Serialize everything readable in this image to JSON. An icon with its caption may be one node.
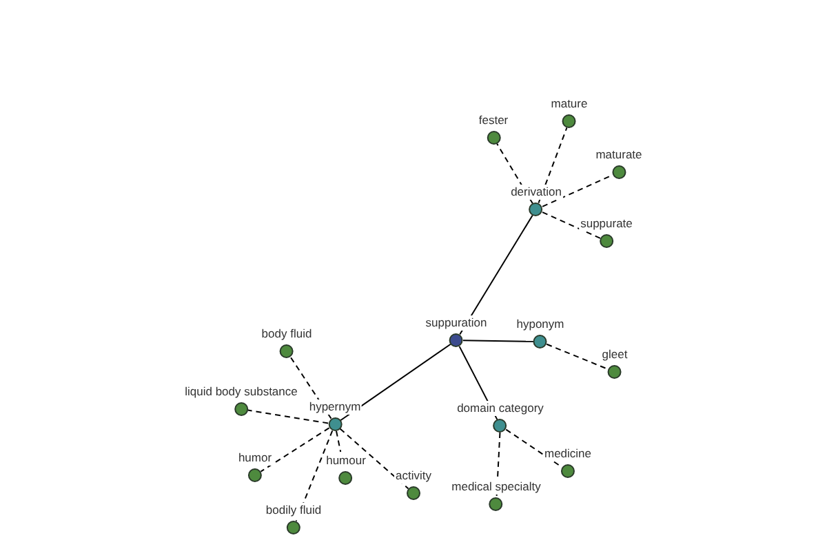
{
  "diagram": {
    "nodes": [
      {
        "text": [
          "suppuration"
        ]
      },
      {
        "text": [
          "derivation"
        ]
      },
      {
        "text": [
          "fester"
        ]
      },
      {
        "text": [
          "mature"
        ]
      },
      {
        "text": [
          "maturate"
        ]
      },
      {
        "text": [
          "suppurate"
        ]
      },
      {
        "text": [
          "hyponym"
        ]
      },
      {
        "text": [
          "gleet"
        ]
      },
      {
        "text": [
          "domain category"
        ]
      },
      {
        "text": [
          "medicine"
        ]
      },
      {
        "text": [
          "medical specialty"
        ]
      },
      {
        "text": [
          "hypernym"
        ]
      },
      {
        "text": [
          "body fluid"
        ]
      },
      {
        "text": [
          "liquid body substance"
        ]
      },
      {
        "text": [
          "humor"
        ]
      },
      {
        "text": [
          "humour"
        ]
      },
      {
        "text": [
          "activity"
        ]
      },
      {
        "text": [
          "bodily fluid"
        ]
      }
    ],
    "edges": [
      {
        "from": 0,
        "to": 1,
        "arrow": "none"
      },
      {
        "from": 1,
        "to": 2,
        "arrow": "none",
        "style": "dashed"
      },
      {
        "from": 1,
        "to": 3,
        "arrow": "none",
        "style": "dashed"
      },
      {
        "from": 1,
        "to": 4,
        "arrow": "none",
        "style": "dashed"
      },
      {
        "from": 1,
        "to": 5,
        "arrow": "none",
        "style": "dashed"
      },
      {
        "from": 0,
        "to": 6,
        "arrow": "none"
      },
      {
        "from": 6,
        "to": 7,
        "arrow": "none",
        "style": "dashed"
      },
      {
        "from": 0,
        "to": 8,
        "arrow": "none"
      },
      {
        "from": 8,
        "to": 9,
        "arrow": "none",
        "style": "dashed"
      },
      {
        "from": 8,
        "to": 10,
        "arrow": "none",
        "style": "dashed"
      },
      {
        "from": 0,
        "to": 11,
        "arrow": "none"
      },
      {
        "from": 11,
        "to": 12,
        "arrow": "none",
        "style": "dashed"
      },
      {
        "from": 11,
        "to": 13,
        "arrow": "none",
        "style": "dashed"
      },
      {
        "from": 11,
        "to": 14,
        "arrow": "none",
        "style": "dashed"
      },
      {
        "from": 11,
        "to": 15,
        "arrow": "none",
        "style": "dashed"
      },
      {
        "from": 11,
        "to": 16,
        "arrow": "none",
        "style": "dashed"
      },
      {
        "from": 11,
        "to": 17,
        "arrow": "none",
        "style": "dashed"
      }
    ]
  }
}
